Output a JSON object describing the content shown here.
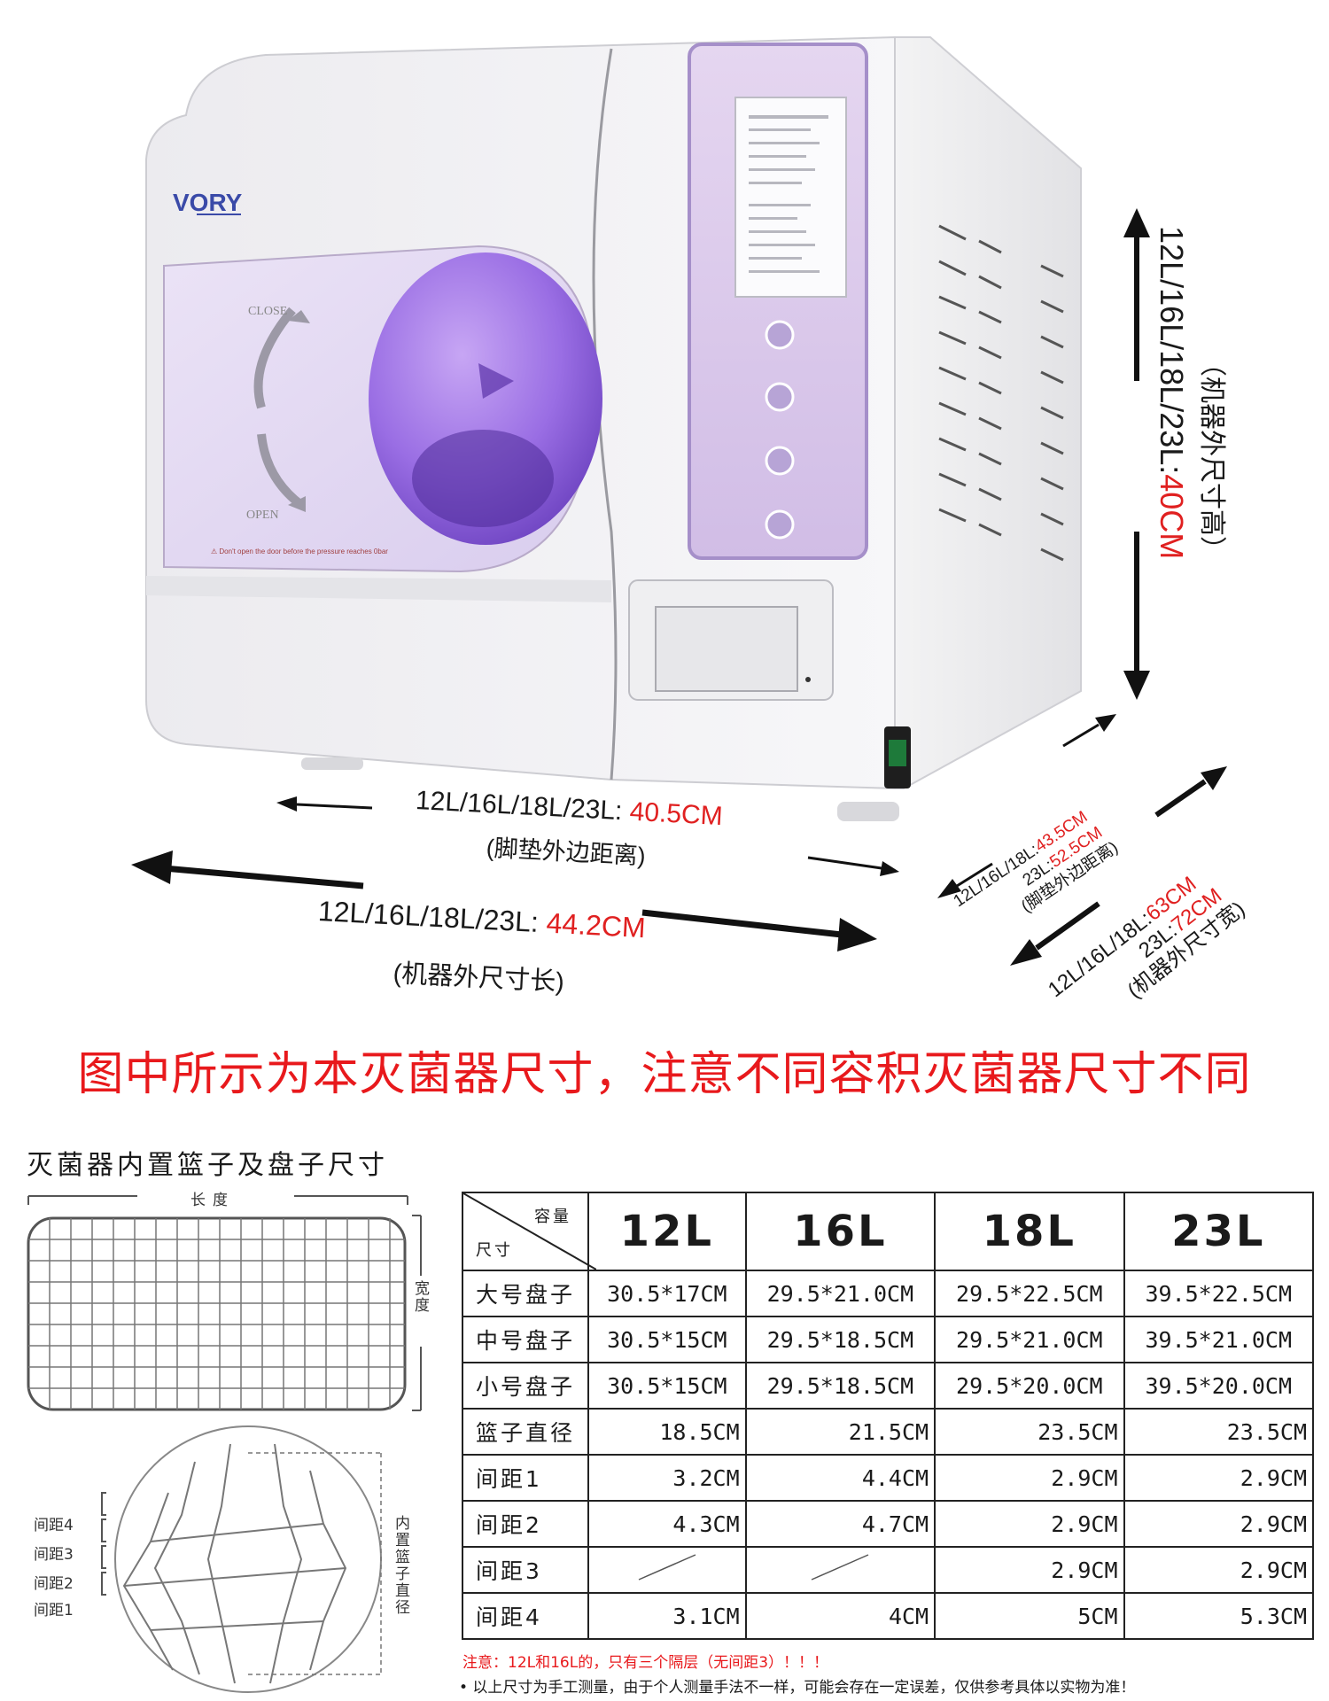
{
  "brand": "VORY",
  "door": {
    "close_label": "CLOSE",
    "open_label": "OPEN"
  },
  "dimensions": {
    "height": {
      "models": "12L/16L/18L/23L:",
      "value": "40CM",
      "caption": "（机器外尺寸高）"
    },
    "foot_length": {
      "models": "12L/16L/18L/23L:",
      "value": "40.5CM",
      "caption": "(脚垫外边距离)"
    },
    "length": {
      "models": "12L/16L/18L/23L:",
      "value": "44.2CM",
      "caption": "(机器外尺寸长)"
    },
    "foot_width": {
      "models_a": "12L/16L/18L:",
      "value_a": "43.5CM",
      "models_b": "23L:",
      "value_b": "52.5CM",
      "caption": "(脚垫外边距离)"
    },
    "width": {
      "models_a": "12L/16L/18L:",
      "value_a": "63CM",
      "models_b": "23L:",
      "value_b": "72CM",
      "caption": "(机器外尺寸宽)"
    }
  },
  "warning_banner": "图中所示为本灭菌器尺寸，注意不同容积灭菌器尺寸不同",
  "section_title": "灭菌器内置篮子及盘子尺寸",
  "diagram": {
    "length_label": "长度",
    "width_label": "宽度",
    "basket_label": "内置篮子直径",
    "spacing_labels": [
      "间距4",
      "间距3",
      "间距2",
      "间距1"
    ]
  },
  "table": {
    "corner_top": "容量",
    "corner_bottom": "尺寸",
    "columns": [
      "12L",
      "16L",
      "18L",
      "23L"
    ],
    "rows": [
      {
        "label": "大号盘子",
        "values": [
          "30.5*17CM",
          "29.5*21.0CM",
          "29.5*22.5CM",
          "39.5*22.5CM"
        ]
      },
      {
        "label": "中号盘子",
        "values": [
          "30.5*15CM",
          "29.5*18.5CM",
          "29.5*21.0CM",
          "39.5*21.0CM"
        ]
      },
      {
        "label": "小号盘子",
        "values": [
          "30.5*15CM",
          "29.5*18.5CM",
          "29.5*20.0CM",
          "39.5*20.0CM"
        ]
      },
      {
        "label": "篮子直径",
        "values": [
          "18.5CM",
          "21.5CM",
          "23.5CM",
          "23.5CM"
        ]
      },
      {
        "label": "间距1",
        "values": [
          "3.2CM",
          "4.4CM",
          "2.9CM",
          "2.9CM"
        ]
      },
      {
        "label": "间距2",
        "values": [
          "4.3CM",
          "4.7CM",
          "2.9CM",
          "2.9CM"
        ]
      },
      {
        "label": "间距3",
        "values": [
          "",
          "",
          "2.9CM",
          "2.9CM"
        ]
      },
      {
        "label": "间距4",
        "values": [
          "3.1CM",
          "4CM",
          "5CM",
          "5.3CM"
        ]
      }
    ]
  },
  "notes": {
    "red": "注意：12L和16L的，只有三个隔层（无间距3）！！！",
    "black": "• 以上尺寸为手工测量，由于个人测量手法不一样，可能会存在一定误差，仅供参考具体以实物为准！"
  }
}
